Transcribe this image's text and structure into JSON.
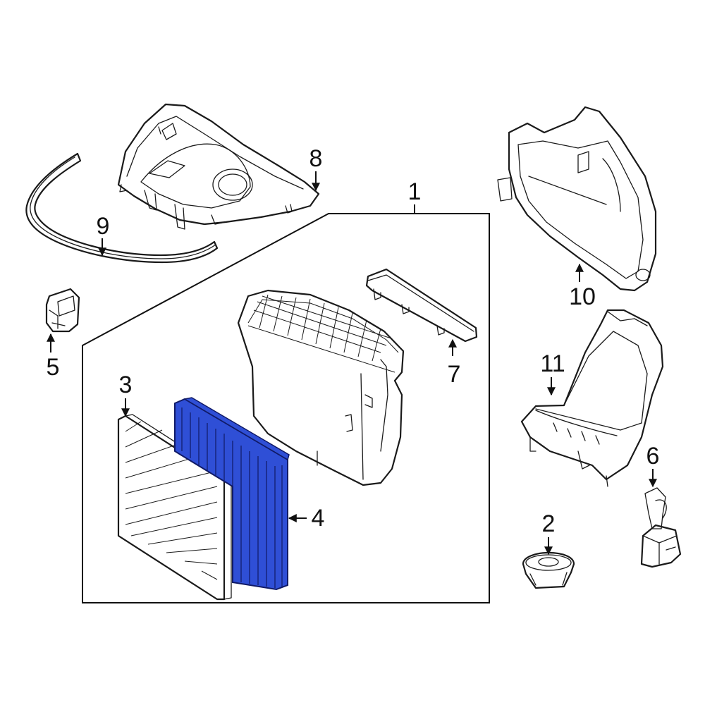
{
  "diagram": {
    "highlight_color": "#2f4fd6",
    "line_color": "#1a1a1a",
    "callouts": {
      "c1": "1",
      "c2": "2",
      "c3": "3",
      "c4": "4",
      "c5": "5",
      "c6": "6",
      "c7": "7",
      "c8": "8",
      "c9": "9",
      "c10": "10",
      "c11": "11"
    }
  }
}
